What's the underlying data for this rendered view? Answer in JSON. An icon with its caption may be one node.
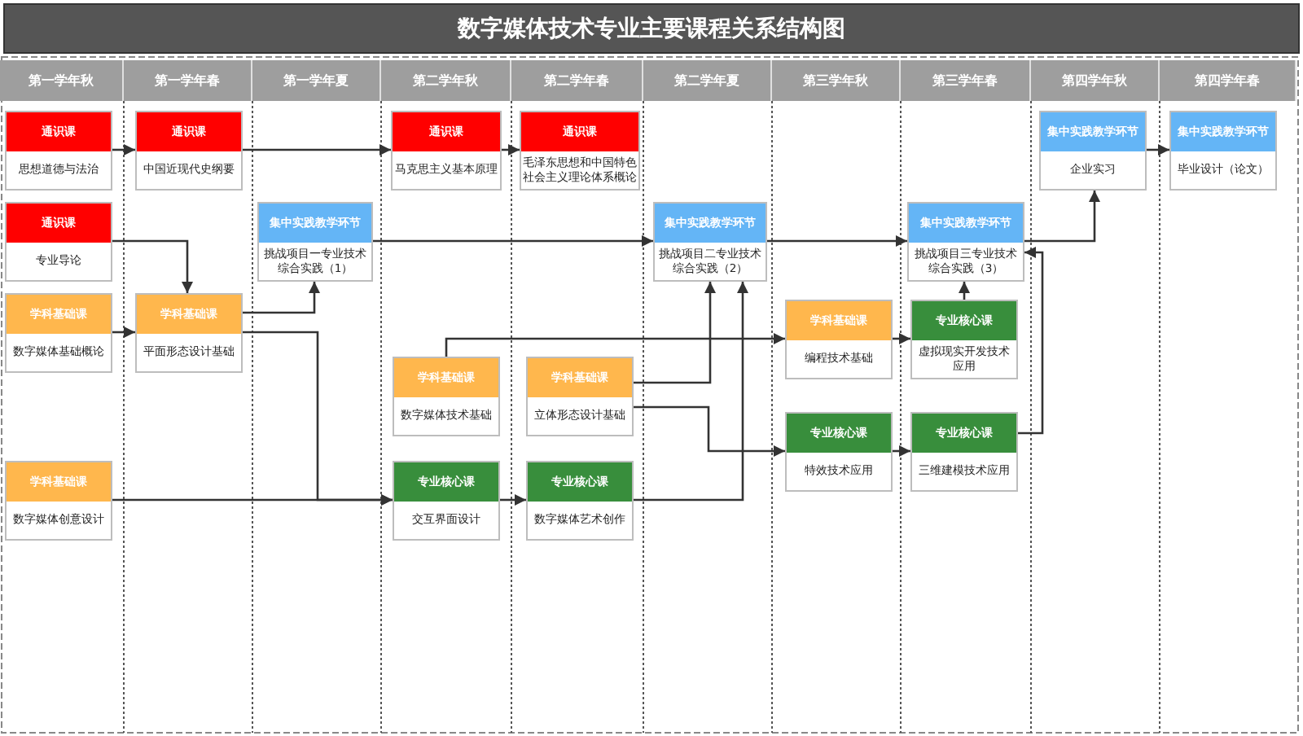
{
  "diagram": {
    "title": "数字媒体技术专业主要课程关系结构图",
    "nodes": [
      {
        "text": [
          "通识课",
          "思想道德与法治"
        ]
      },
      {
        "text": [
          "通识课",
          "中国近现代史纲要"
        ]
      },
      {
        "text": [
          "通识课",
          "马克思主义基本原理"
        ]
      },
      {
        "text": [
          "通识课",
          "毛泽东思想和中国特色社会主义理论体系概论"
        ]
      },
      {
        "text": [
          "集中实践教学环节",
          "企业实习"
        ]
      },
      {
        "text": [
          "集中实践教学环节",
          "毕业设计（论文）"
        ]
      },
      {
        "text": [
          "通识课",
          "专业导论"
        ]
      },
      {
        "text": [
          "集中实践教学环节",
          "挑战项目一专业技术综合实践（1）"
        ]
      },
      {
        "text": [
          "集中实践教学环节",
          "挑战项目二专业技术综合实践（2）"
        ]
      },
      {
        "text": [
          "集中实践教学环节",
          "挑战项目三专业技术综合实践（3）"
        ]
      },
      {
        "text": [
          "学科基础课",
          "数字媒体基础概论"
        ]
      },
      {
        "text": [
          "学科基础课",
          "平面形态设计基础"
        ]
      },
      {
        "text": [
          "学科基础课",
          "编程技术基础"
        ]
      },
      {
        "text": [
          "专业核心课",
          "虚拟现实开发技术应用"
        ]
      },
      {
        "text": [
          "学科基础课",
          "数字媒体技术基础"
        ]
      },
      {
        "text": [
          "学科基础课",
          "立体形态设计基础"
        ]
      },
      {
        "text": [
          "专业核心课",
          "特效技术应用"
        ]
      },
      {
        "text": [
          "专业核心课",
          "三维建模技术应用"
        ]
      },
      {
        "text": [
          "学科基础课",
          "数字媒体创意设计"
        ]
      },
      {
        "text": [
          "专业核心课",
          "交互界面设计"
        ]
      },
      {
        "text": [
          "专业核心课",
          "数字媒体艺术创作"
        ]
      }
    ],
    "edges": [
      {
        "from": 0,
        "to": 1,
        "arrow": "to"
      },
      {
        "from": 1,
        "to": 2,
        "arrow": "to"
      },
      {
        "from": 2,
        "to": 3,
        "arrow": "to"
      },
      {
        "from": 4,
        "to": 5,
        "arrow": "to"
      },
      {
        "from": 6,
        "to": 11,
        "arrow": "to"
      },
      {
        "from": 10,
        "to": 11,
        "arrow": "to"
      },
      {
        "from": 11,
        "to": 7,
        "arrow": "to"
      },
      {
        "from": 11,
        "to": 19,
        "arrow": "to"
      },
      {
        "from": 18,
        "to": 19,
        "arrow": "to"
      },
      {
        "from": 7,
        "to": 8,
        "arrow": "to"
      },
      {
        "from": 8,
        "to": 9,
        "arrow": "to"
      },
      {
        "from": 9,
        "to": 4,
        "arrow": "to"
      },
      {
        "from": 14,
        "to": 12,
        "arrow": "to"
      },
      {
        "from": 12,
        "to": 13,
        "arrow": "to"
      },
      {
        "from": 13,
        "to": 9,
        "arrow": "to"
      },
      {
        "from": 15,
        "to": 8,
        "arrow": "to"
      },
      {
        "from": 15,
        "to": 16,
        "arrow": "to"
      },
      {
        "from": 20,
        "to": 8,
        "arrow": "to"
      },
      {
        "from": 19,
        "to": 20,
        "arrow": "to"
      },
      {
        "from": 16,
        "to": 17,
        "arrow": "to"
      },
      {
        "from": 17,
        "to": 9,
        "arrow": "to"
      }
    ],
    "labels": [
      "第一学年秋",
      "第一学年春",
      "第一学年夏",
      "第二学年秋",
      "第二学年春",
      "第二学年夏",
      "第三学年秋",
      "第三学年春",
      "第四学年秋",
      "第四学年春"
    ]
  }
}
